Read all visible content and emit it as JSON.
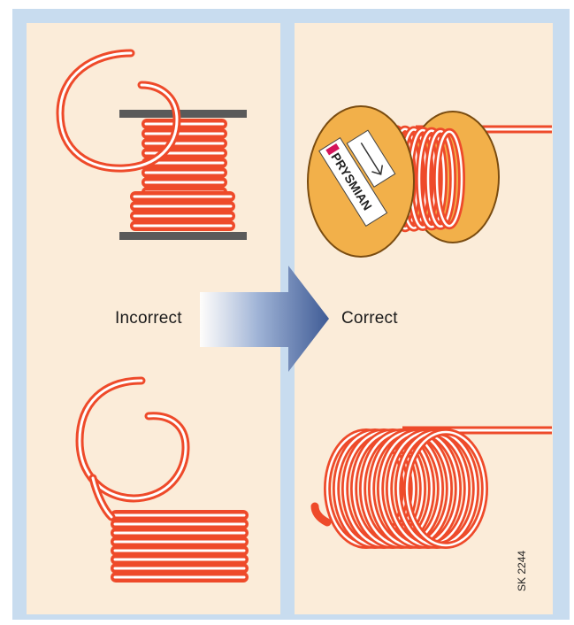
{
  "labels": {
    "incorrect": "Incorrect",
    "correct": "Correct",
    "figure_code": "SK 2244"
  },
  "drum_brand": "PRYSMIAN",
  "colors": {
    "frame": "#c8dcef",
    "panel": "#fbecd9",
    "cable_outer": "#ee4a2a",
    "cable_highlight": "#ffffff",
    "drum_flange": "#f2b04a",
    "drum_flange_edge": "#7a4c10",
    "reel_flange": "#5a5a5a",
    "arrow_dark": "#3f5b95",
    "arrow_light": "#ffffff"
  },
  "icons": {
    "brand_logo": "prysmian-logo-icon",
    "direction_arrow": "direction-arrow-icon"
  }
}
